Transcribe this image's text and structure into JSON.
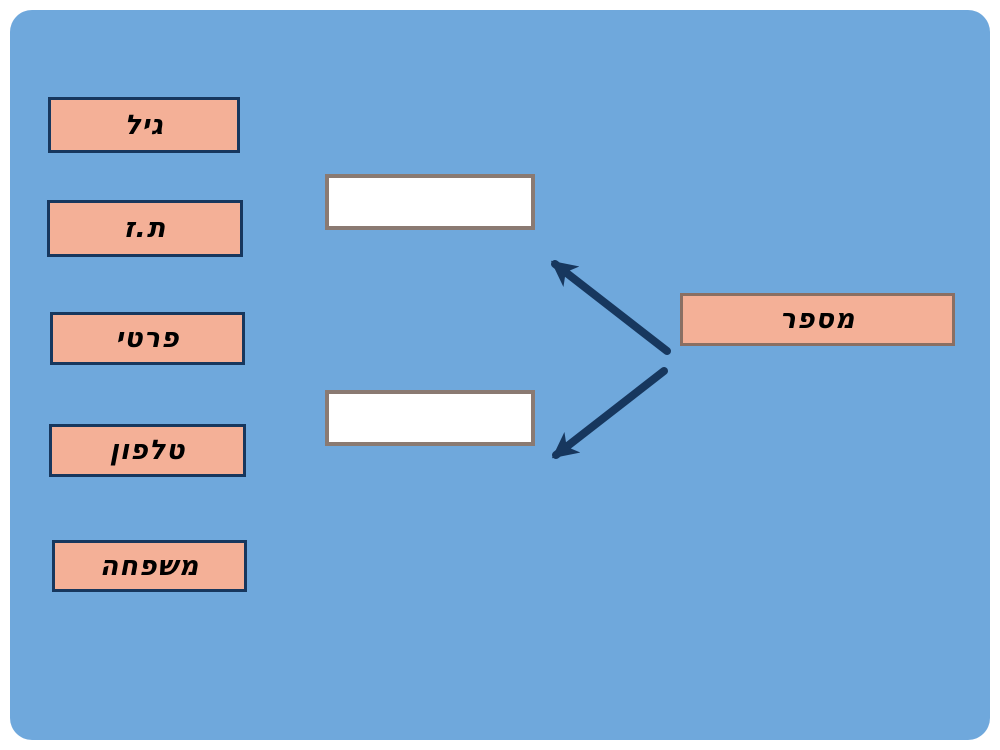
{
  "board": {
    "word_tiles": [
      {
        "label": "גיל"
      },
      {
        "label": "ת.ז"
      },
      {
        "label": "פרטי"
      },
      {
        "label": "טלפון"
      },
      {
        "label": "משפחה"
      }
    ],
    "prompt_tile": {
      "label": "מספר"
    },
    "answer_slots": [
      {
        "value": ""
      },
      {
        "value": ""
      }
    ]
  },
  "colors": {
    "page-bg": "#ffffff",
    "board-bg": "#6fa8dc",
    "tile-bg": "#f4b097",
    "tile-border": "#17375e",
    "prompt-border": "#8a6f63",
    "slot-bg": "#ffffff",
    "slot-border": "#8a7a72",
    "arrow-color": "#17375e",
    "text-color": "#000000"
  }
}
